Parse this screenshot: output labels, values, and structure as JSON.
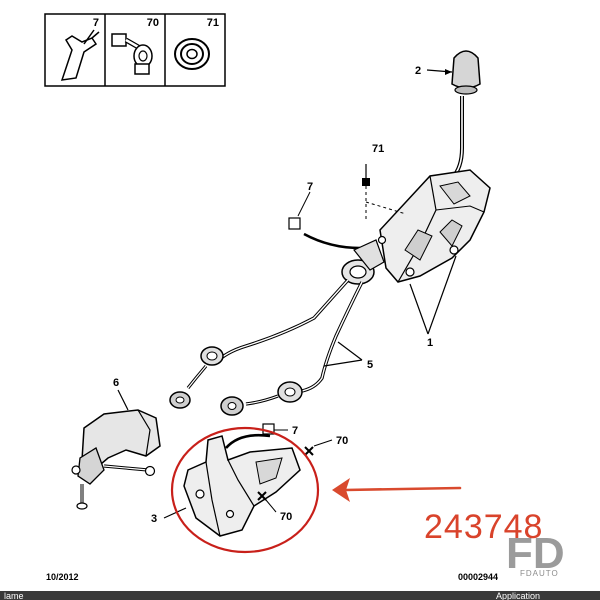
{
  "legend_box": {
    "cells": [
      {
        "ref": "7",
        "icon": "clip-icon"
      },
      {
        "ref": "70",
        "icon": "bolt-washer-icon"
      },
      {
        "ref": "71",
        "icon": "grommet-icon"
      }
    ]
  },
  "callouts": {
    "c2": "2",
    "c71": "71",
    "c7a": "7",
    "c1": "1",
    "c5": "5",
    "c6": "6",
    "c7b": "7",
    "c70a": "70",
    "c3": "3",
    "c70b": "70"
  },
  "annotation": {
    "part_code": "243748",
    "circle_color": "#c8201a",
    "arrow_color": "#d94a2e"
  },
  "footer": {
    "date": "10/2012",
    "ref": "00002944"
  },
  "bottom_strip": {
    "left": "lame",
    "right": "Application"
  },
  "watermark": {
    "logo": "FD",
    "text": "FDAUTO"
  }
}
